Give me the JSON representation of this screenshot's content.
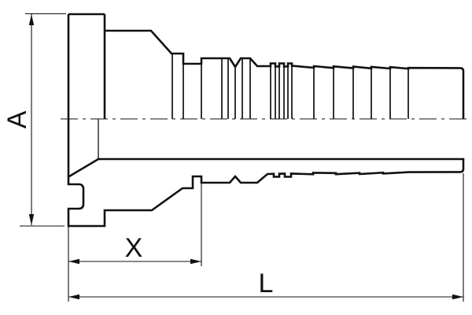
{
  "drawing": {
    "dimensions": {
      "a_label": "A",
      "x_label": "X",
      "l_label": "L"
    },
    "colors": {
      "line": "#111111",
      "background": "#ffffff"
    }
  }
}
